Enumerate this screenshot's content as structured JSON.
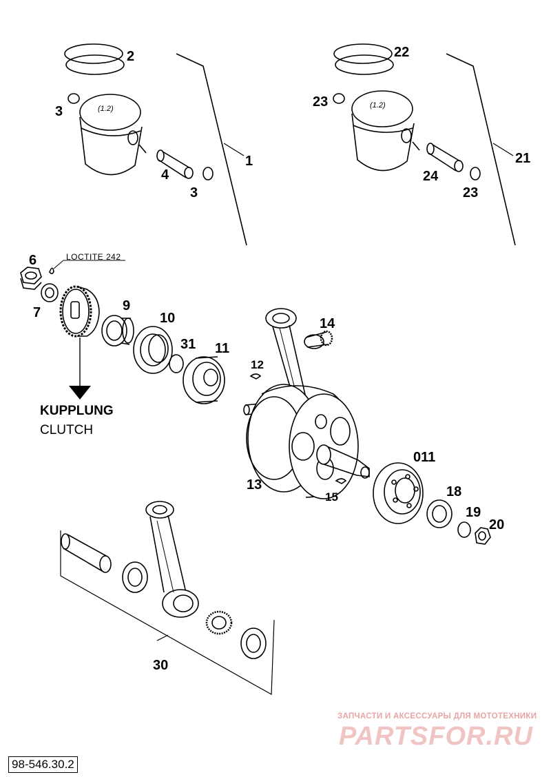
{
  "callouts": {
    "c1": "1",
    "c2": "2",
    "c3a": "3",
    "c3b": "3",
    "c4": "4",
    "c21": "21",
    "c22": "22",
    "c23a": "23",
    "c23b": "23",
    "c24": "24",
    "c6": "6",
    "c7": "7",
    "c9": "9",
    "c10": "10",
    "c31": "31",
    "c11": "11",
    "c12": "12",
    "c14": "14",
    "c13": "13",
    "c15": "15",
    "c011": "011",
    "c18": "18",
    "c19": "19",
    "c20": "20",
    "c30": "30"
  },
  "piston_mark": "(1.2)",
  "loctite_label": "LOCTITE 242",
  "clutch_label_de": "KUPPLUNG",
  "clutch_label_en": "CLUTCH",
  "document_number": "98-546.30.2",
  "watermark": {
    "tagline": "ЗАПЧАСТИ И АКСЕССУАРЫ ДЛЯ МОТОТЕХНИКИ",
    "brand": "PARTSFOR.RU",
    "color": "#e06666"
  }
}
